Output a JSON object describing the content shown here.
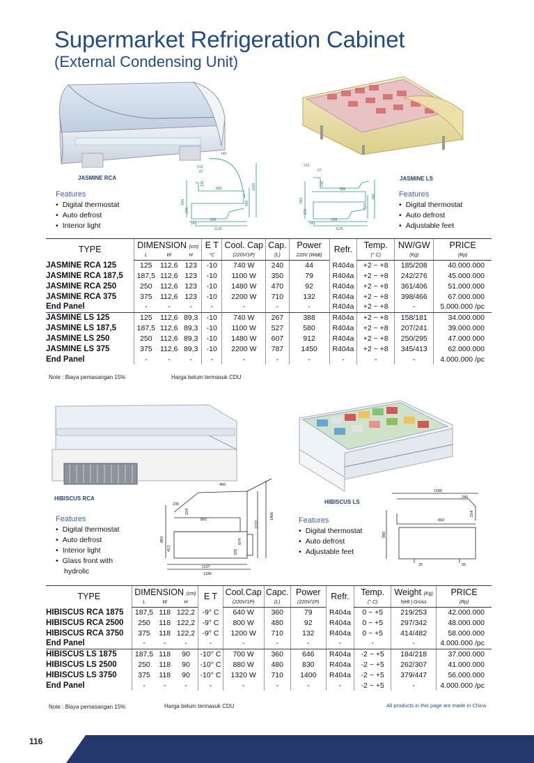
{
  "page": {
    "title": "Supermarket Refrigeration Cabinet",
    "subtitle": "(External Condensing Unit)",
    "page_number": "116",
    "made_in": "All products in this page are made in China"
  },
  "jasmine": {
    "rca_caption": "JASMINE RCA",
    "ls_caption": "JASMINE LS",
    "rca_features_title": "Features",
    "rca_features": [
      "Digital thermostat",
      "Auto defrost",
      "Interior light"
    ],
    "ls_features_title": "Features",
    "ls_features": [
      "Digital thermostat",
      "Auto defrost",
      "Adjustable feet"
    ],
    "drawing_rca": {
      "top": "146",
      "a": "213",
      "b": "67",
      "c": "856",
      "d": "1230",
      "e": "554",
      "f": "840",
      "g": "270",
      "h": "143",
      "i": "635",
      "j": "1126",
      "k": "136"
    },
    "drawing_ls": {
      "a": "219",
      "b": "67",
      "c": "856",
      "d": "650",
      "e": "504",
      "f": "860",
      "g": "270",
      "h": "143",
      "i": "635",
      "j": "1126",
      "k": "218"
    },
    "headers": {
      "type": "TYPE",
      "dimension": "DIMENSION",
      "dim_unit": "(cm)",
      "et": "E T",
      "coolcap": "Cool. Cap",
      "cap": "Cap.",
      "power": "Power",
      "refr": "Refr.",
      "temp": "Temp.",
      "nwgw": "NW/GW",
      "price": "PRICE"
    },
    "units": {
      "l": "L",
      "w": "W",
      "h": "H",
      "et": "°C",
      "coolcap": "(220V/1P)",
      "cap": "(L)",
      "power": "220V (Watt)",
      "temp": "(° C)",
      "nwgw": "(Kg)",
      "price": "(Rp)"
    },
    "rows": [
      [
        "JASMINE RCA 125",
        "125",
        "112,6",
        "123",
        "-10",
        "740 W",
        "240",
        "44",
        "R404a",
        "+2 ~ +8",
        "185/208",
        "40.000.000"
      ],
      [
        "JASMINE RCA 187,5",
        "187,5",
        "112,6",
        "123",
        "-10",
        "1100 W",
        "350",
        "79",
        "R404a",
        "+2 ~ +8",
        "242/276",
        "45.000.000"
      ],
      [
        "JASMINE RCA 250",
        "250",
        "112,6",
        "123",
        "-10",
        "1480 W",
        "470",
        "92",
        "R404a",
        "+2 ~ +8",
        "361/406",
        "51.000.000"
      ],
      [
        "JASMINE RCA 375",
        "375",
        "112,6",
        "123",
        "-10",
        "2200 W",
        "710",
        "132",
        "R404a",
        "+2 ~ +8",
        "398/466",
        "67.000.000"
      ],
      [
        "End Panel",
        "-",
        "-",
        "-",
        "-",
        "-",
        "-",
        "-",
        "R404a",
        "+2 ~ +8",
        "-",
        "5.000.000 /pc"
      ],
      [
        "JASMINE LS 125",
        "125",
        "112,6",
        "89,3",
        "-10",
        "740 W",
        "267",
        "388",
        "R404a",
        "+2 ~ +8",
        "158/181",
        "34.000.000"
      ],
      [
        "JASMINE LS 187,5",
        "187,5",
        "112,6",
        "89,3",
        "-10",
        "1100 W",
        "527",
        "580",
        "R404a",
        "+2 ~ +8",
        "207/241",
        "39.000.000"
      ],
      [
        "JASMINE LS 250",
        "250",
        "112,6",
        "89,3",
        "-10",
        "1480 W",
        "607",
        "912",
        "R404a",
        "+2 ~ +8",
        "250/295",
        "47.000.000"
      ],
      [
        "JASMINE LS 375",
        "375",
        "112,6",
        "89,3",
        "-10",
        "2200 W",
        "787",
        "1450",
        "R404a",
        "+2 ~ +8",
        "345/413",
        "62.000.000"
      ],
      [
        "End Panel",
        "-",
        "-",
        "-",
        "-",
        "-",
        "-",
        "-",
        "-",
        "-",
        "-",
        "4.000.000 /pc"
      ]
    ],
    "note1": "Note : Biaya pemasangan 15%",
    "note2": "Harga belum termasuk CDU"
  },
  "hibiscus": {
    "rca_caption": "HIBISCUS RCA",
    "ls_caption": "HIBISCUS LS",
    "rca_features_title": "Features",
    "rca_features": [
      "Digital thermostat",
      "Auto defrost",
      "Interior light",
      "Glass front with",
      "hydrolic"
    ],
    "ls_features_title": "Features",
    "ls_features": [
      "Digital thermostat",
      "Auto defrost",
      "Adjustable feet"
    ],
    "drawing_rca": {
      "a": "460",
      "b": "235",
      "c": "154",
      "d": "892",
      "e": "1222",
      "f": "1405",
      "g": "883",
      "h": "674",
      "i": "413",
      "j": "376",
      "k": "1127",
      "l": "1180"
    },
    "drawing_ls": {
      "a": "1180",
      "b": "240",
      "c": "154",
      "d": "892",
      "e": "900",
      "f": "25",
      "g": "25"
    },
    "headers": {
      "type": "TYPE",
      "dimension": "DIMENSION",
      "dim_unit": "(cm)",
      "et": "E T",
      "coolcap": "Cool.Cap",
      "capc": "Capc.",
      "power": "Power",
      "refr": "Refr.",
      "temp": "Temp.",
      "weight": "Weight",
      "weight_unit": "(Kg)",
      "price": "PRICE"
    },
    "units": {
      "l": "L",
      "w": "W",
      "h": "H",
      "coolcap": "(220V/1P)",
      "capc": "(L)",
      "power": "(220V/1P)",
      "temp": "(° C)",
      "weight": "Nett | Gross",
      "price": "(Rp)"
    },
    "rows": [
      [
        "HIBISCUS RCA 1875",
        "187,5",
        "118",
        "122,2",
        "-9° C",
        "640 W",
        "360",
        "79",
        "R404a",
        "0 ~ +5",
        "219/253",
        "42.000.000"
      ],
      [
        "HIBISCUS RCA 2500",
        "250",
        "118",
        "122,2",
        "-9° C",
        "800 W",
        "480",
        "92",
        "R404a",
        "0 ~ +5",
        "297/342",
        "48.000.000"
      ],
      [
        "HIBISCUS RCA 3750",
        "375",
        "118",
        "122,2",
        "-9° C",
        "1200 W",
        "710",
        "132",
        "R404a",
        "0 ~ +5",
        "414/482",
        "58.000.000"
      ],
      [
        "End Panel",
        "-",
        "-",
        "-",
        "-",
        "-",
        "-",
        "-",
        "-",
        "-",
        "-",
        "4.000.000 /pc"
      ],
      [
        "HIBISCUS LS 1875",
        "187,5",
        "118",
        "90",
        "-10° C",
        "700 W",
        "360",
        "646",
        "R404a",
        "-2 ~ +5",
        "184/218",
        "37.000.000"
      ],
      [
        "HIBISCUS LS 2500",
        "250",
        "118",
        "90",
        "-10° C",
        "880 W",
        "480",
        "830",
        "R404a",
        "-2 ~ +5",
        "262/307",
        "41.000.000"
      ],
      [
        "HIBISCUS LS 3750",
        "375",
        "118",
        "90",
        "-10° C",
        "1320 W",
        "710",
        "1400",
        "R404a",
        "-2 ~ +5",
        "379/447",
        "56.000.000"
      ],
      [
        "End Panel",
        "-",
        "-",
        "-",
        "-",
        "-",
        "-",
        "-",
        "-",
        "-2 ~ +5",
        "-",
        "4.000.000 /pc"
      ]
    ],
    "note1": "Note : Biaya pemasangan 15%",
    "note2": "Harga belum termasuk CDU"
  }
}
